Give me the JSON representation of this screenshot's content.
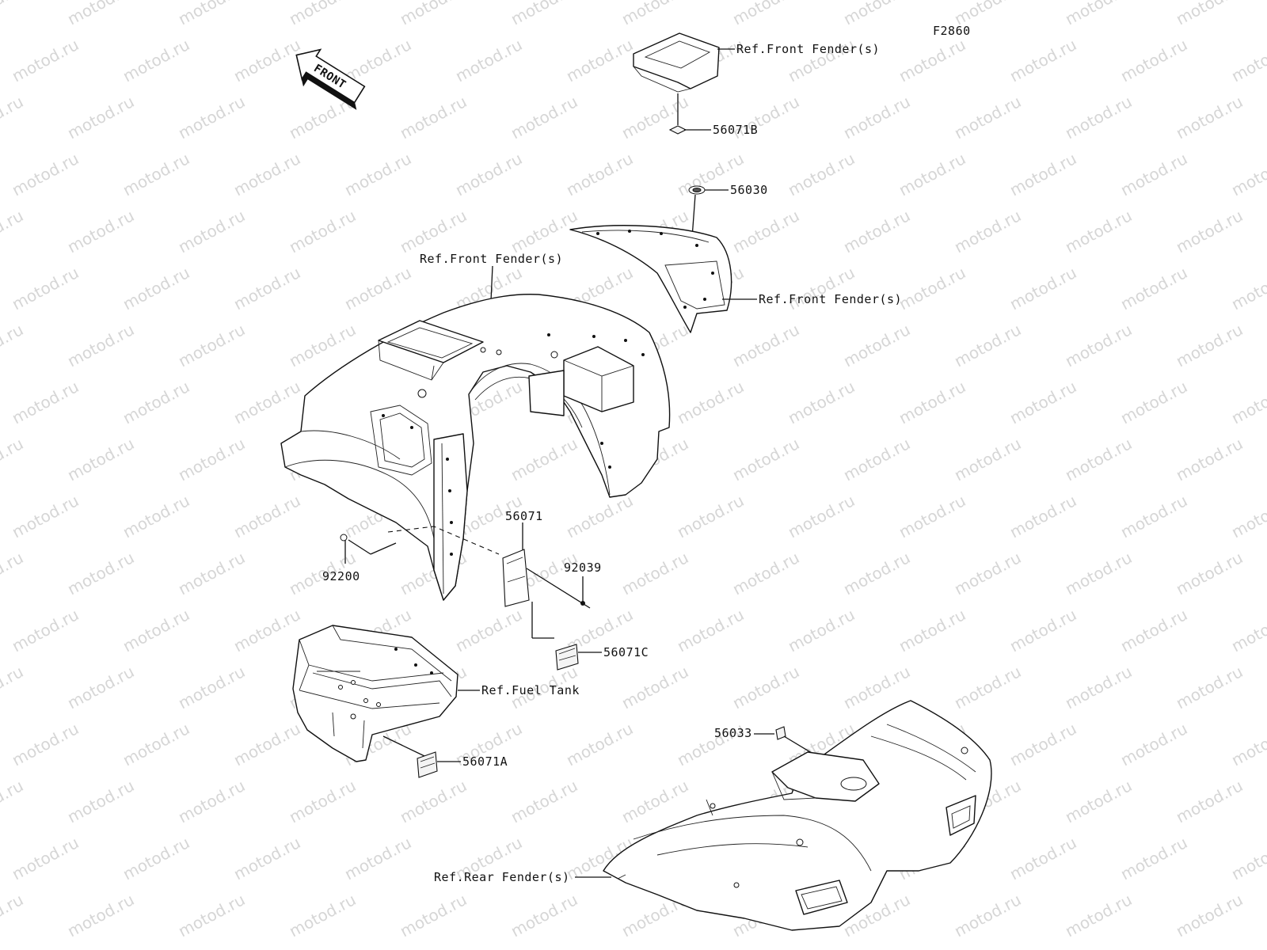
{
  "diagram": {
    "code": "F2860",
    "watermark": "motod.ru",
    "direction_arrow": "FRONT",
    "labels": {
      "ref_front_fender_top": "Ref.Front Fender(s)",
      "label_56071B": "56071B",
      "label_56030": "56030",
      "ref_front_fender_left": "Ref.Front Fender(s)",
      "ref_front_fender_right": "Ref.Front Fender(s)",
      "label_56071": "56071",
      "label_92039": "92039",
      "label_92200": "92200",
      "label_56071C": "56071C",
      "ref_fuel_tank": "Ref.Fuel Tank",
      "label_56071A": "56071A",
      "label_56033": "56033",
      "ref_rear_fender": "Ref.Rear Fender(s)"
    }
  }
}
